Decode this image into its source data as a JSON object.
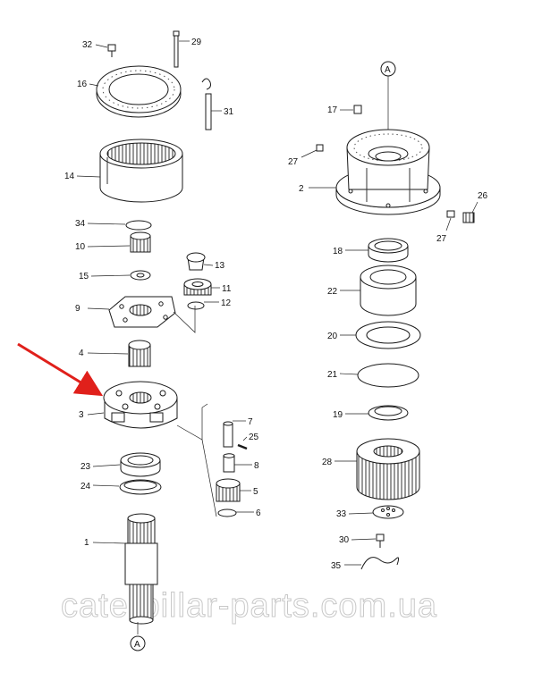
{
  "diagram": {
    "watermark": "caterpillar-parts.com.ua",
    "reference_marker": "A",
    "callouts": {
      "p32": "32",
      "p29": "29",
      "p16": "16",
      "p31": "31",
      "p14": "14",
      "p34": "34",
      "p10": "10",
      "p15": "15",
      "p13": "13",
      "p11": "11",
      "p9": "9",
      "p12": "12",
      "p4": "4",
      "p3": "3",
      "p7": "7",
      "p25": "25",
      "p23": "23",
      "p8": "8",
      "p24": "24",
      "p5": "5",
      "p6": "6",
      "p1": "1",
      "p17": "17",
      "p27a": "27",
      "p2": "2",
      "p26": "26",
      "p27b": "27",
      "p18": "18",
      "p22": "22",
      "p20": "20",
      "p21": "21",
      "p19": "19",
      "p28": "28",
      "p33": "33",
      "p30": "30",
      "p35": "35"
    },
    "highlight_color": "#e0201b"
  }
}
